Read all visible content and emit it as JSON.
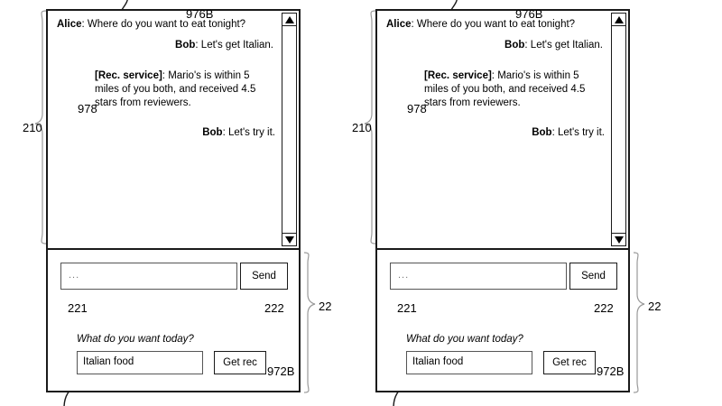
{
  "figure": {
    "panel_count": 2,
    "panels": [
      {
        "id": "panel-a",
        "device_ref": "210",
        "section_ref": "22",
        "chat": {
          "messages": [
            {
              "speaker": "Alice",
              "separator": ": ",
              "text": "Where do you want to eat tonight?",
              "align": "left"
            },
            {
              "speaker": "Bob",
              "separator": ": ",
              "text": "Let's get Italian.",
              "align": "right",
              "ref": "976B"
            },
            {
              "speaker": "[Rec. service]",
              "separator": ": ",
              "text": "Mario's is within 5 miles of you both, and received 4.5 stars from reviewers.",
              "align": "left",
              "ref": "978"
            },
            {
              "speaker": "Bob",
              "separator": ": ",
              "text": "Let's try it.",
              "align": "right"
            }
          ],
          "scrollbar": {
            "up_icon": "triangle-up-icon",
            "down_icon": "triangle-down-icon"
          }
        },
        "composer": {
          "message_input": {
            "value": "...",
            "placeholder": "...",
            "ref": "221"
          },
          "send_button": {
            "label": "Send",
            "ref": "222"
          },
          "prompt_label": "What do you want today?",
          "suggestion_input": {
            "value": "Italian food",
            "placeholder": ""
          },
          "get_rec_button": {
            "label": "Get rec",
            "ref": "972B"
          }
        }
      },
      {
        "id": "panel-b",
        "device_ref": "210",
        "section_ref": "22",
        "chat": {
          "messages": [
            {
              "speaker": "Alice",
              "separator": ": ",
              "text": "Where do you want to eat tonight?",
              "align": "left"
            },
            {
              "speaker": "Bob",
              "separator": ": ",
              "text": "Let's get Italian.",
              "align": "right",
              "ref": "976B"
            },
            {
              "speaker": "[Rec. service]",
              "separator": ": ",
              "text": "Mario's is within 5 miles of you both, and received 4.5 stars from reviewers.",
              "align": "left",
              "ref": "978"
            },
            {
              "speaker": "Bob",
              "separator": ": ",
              "text": "Let's try it.",
              "align": "right"
            }
          ],
          "scrollbar": {
            "up_icon": "triangle-up-icon",
            "down_icon": "triangle-down-icon"
          }
        },
        "composer": {
          "message_input": {
            "value": "...",
            "placeholder": "...",
            "ref": "221"
          },
          "send_button": {
            "label": "Send",
            "ref": "222"
          },
          "prompt_label": "What do you want today?",
          "suggestion_input": {
            "value": "Italian food",
            "placeholder": ""
          },
          "get_rec_button": {
            "label": "Get rec",
            "ref": "972B"
          }
        }
      }
    ]
  },
  "colors": {
    "line": "#1a1a1a",
    "brace": "#9a9a9a",
    "field_border": "#555555",
    "background": "#ffffff",
    "placeholder_text": "#777777"
  }
}
